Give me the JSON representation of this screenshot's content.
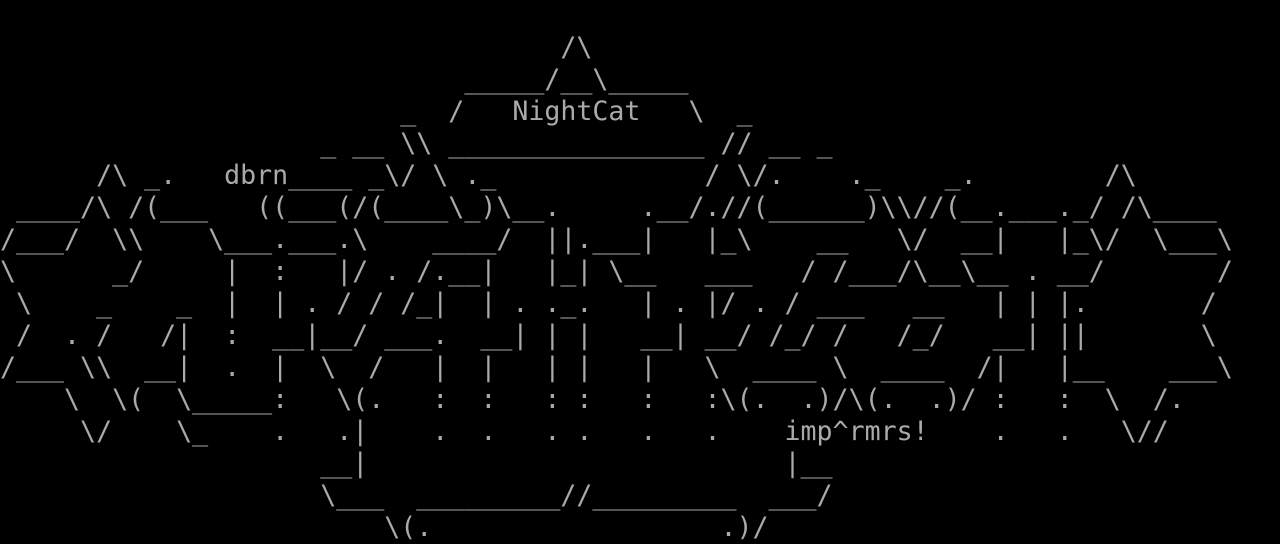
{
  "colors": {
    "background": "#000000",
    "text": "#aaaaaa"
  },
  "art": {
    "title_text": "NightCat",
    "signature_left": "dbrn",
    "signature_right": "imp^rmrs!",
    "lines": [
      "",
      "                                   /\\",
      "                             _____/__\\_____",
      "                         _  /   NightCat   \\  _",
      "                    _ __ \\\\ ________________ // __ _",
      "      /\\ _.   dbrn____ _\\/ \\ ._             / \\/.    ._    _.        /\\",
      " ____/\\ /(___   ((___(/(____\\_)\\__.     .__/.//(______)\\\\//(__.___._/ /\\____",
      "/___/  \\\\    \\___.___.\\    ____/  ||.___|   |_\\    __   \\/  __|   |_\\/  \\___\\",
      "\\      _/     |  :   |/ . /.__|   |_| \\__   ___   / /___/\\__\\__ . __/       /",
      " \\    _    _  |  | . / / /_|  | . ._.   | . |/ . / ___   __   | | |.       /",
      " /  . /   /|  :  __|__/ ___.  __| | |   __| __/ /_/ /   /_/   __| ||       \\",
      "/___ \\\\  __|  .  |  \\  /   |  |   | |   |   \\  ____ \\  ____  /|   |__    ___\\",
      "    \\  \\(  \\_____:   \\(.   :  :   : :   :   :\\(.  .)/\\(.  .)/ :   :  \\  /.",
      "     \\/    \\_    .   .|    .  .   . .   .   .    imp^rmrs!    .   .   \\//",
      "                    __|                          |__",
      "                    \\___  _________//_________  ___/",
      "                        \\(.                  .)/"
    ]
  }
}
